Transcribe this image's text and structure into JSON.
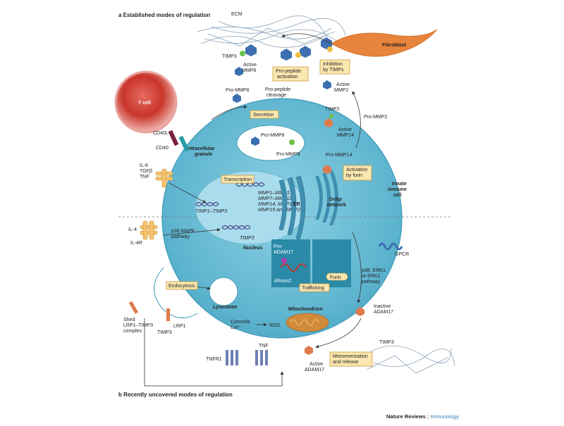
{
  "panels": {
    "a": "a  Established modes of regulation",
    "b": "b  Recently uncovered modes of regulation"
  },
  "labels": {
    "ecm": "ECM",
    "timp3_top": "TIMP3",
    "fibroblast": "Fibroblast",
    "active_mmp8": [
      "Active",
      "MMP8"
    ],
    "pro_peptide_activation": [
      "Pro-peptide",
      "activation"
    ],
    "inhibition_by_timps": [
      "Inhibition",
      "by TIMPs"
    ],
    "active_mmp2": [
      "Active",
      "MMP2"
    ],
    "t_cell": "T cell",
    "pro_mmp8_out": "Pro-MMP8",
    "pro_peptide_cleavage": [
      "Pro-peptide",
      "cleavage"
    ],
    "secretion": "Secretion",
    "timp2": "TIMP2",
    "pro_mmp2": "Pro-MMP2",
    "active_mmp14": [
      "Active",
      "MMP14"
    ],
    "cd40l": "CD40L",
    "cd40": "CD40",
    "pro_mmp8_gran": "Pro-MMP8",
    "pro_mmp9": "Pro-MMP9",
    "intracellular_granule": [
      "Intracellular",
      "granule"
    ],
    "pro_mmp14": "Pro-MMP14",
    "cytokines": [
      "IL-6",
      "TGFβ",
      "TNF"
    ],
    "transcription": "Transcription",
    "activation_by_furin": [
      "Activation",
      "by furin"
    ],
    "mmp_genes": [
      "MMP1–MMP3,",
      "MMP7–MMP11,",
      "MMP14, MMP17,",
      "MMP19 and MMP25"
    ],
    "timp1_timp3": "TIMP1–TIMP3",
    "er": "ER",
    "golgi": [
      "Golgi",
      "network"
    ],
    "innate_immune_cell": [
      "Innate",
      "immune",
      "cell"
    ],
    "il4": "IL-4",
    "il4r": "IL-4R",
    "p38_mapk": [
      "p38 MAPK",
      "pathway"
    ],
    "timp3_nucleus": "TIMP3",
    "nucleus": "Nucleus",
    "pro_adam17": [
      "Pro-",
      "ADAM17"
    ],
    "irhom2": "iRhom2",
    "furin": "Furin",
    "trafficking": "Trafficking",
    "gpcr": "GPCR",
    "p38_erk": [
      "p38, ERK1",
      "or ERK2",
      "pathway"
    ],
    "endocytosis": "Endocytosis",
    "lysosome": "Lysosome",
    "mitochondrion": "Mitochondrion",
    "inactive_adam17": [
      "Inactive",
      "ADAM17"
    ],
    "shed_complex": [
      "Shed",
      "LRP1–TIMP3",
      "complex"
    ],
    "timp3_lower": "TIMP3",
    "lrp1": "LRP1",
    "cytosolic_ca": [
      "Cytosolic",
      "Ca²⁺"
    ],
    "ros": "ROS",
    "timp3_right": "TIMP3",
    "tnfr1": "TNFR1",
    "tnf_lower": "TNF",
    "monomerization": [
      "Monomerization",
      "and release"
    ],
    "active_adam17": [
      "Active",
      "ADAM17"
    ]
  },
  "footer": {
    "journal": "Nature Reviews",
    "separator": " | ",
    "section": "Immunology"
  },
  "colors": {
    "cell": "#5fb8d3",
    "cell_light": "#8fd0e2",
    "nucleus": "#a9dced",
    "tcell": "#d9463c",
    "fibroblast": "#e8823a",
    "label_box": "#fbe7b0",
    "label_border": "#c89c3c",
    "mito": "#d08a3a",
    "adam_box": "#2a8aa8"
  }
}
